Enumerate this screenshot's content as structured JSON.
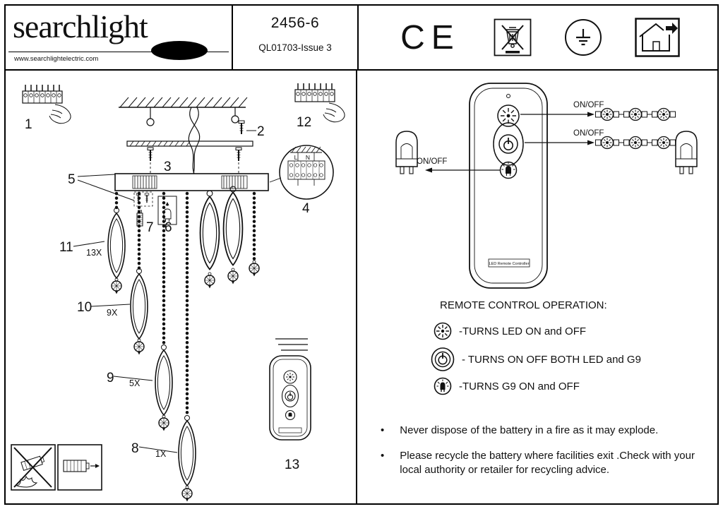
{
  "header": {
    "logo_text": "searchlight",
    "website": "www.searchlightelectric.com",
    "model": "2456-6",
    "issue": "QL01703-Issue 3",
    "ce": "CE",
    "icons": [
      "ce-mark",
      "weee-crossed-bin",
      "earth-ground",
      "indoor-use-house"
    ]
  },
  "diagram": {
    "parts": {
      "n1": "1",
      "n2": "2",
      "n3": "3",
      "n4": "4",
      "n5": "5",
      "n6": "6",
      "n7": "7",
      "n8": "8",
      "n9": "9",
      "n10": "10",
      "n11": "11",
      "n12": "12",
      "n13": "13"
    },
    "qty": {
      "c11": "13X",
      "c10": "9X",
      "c9": "5X",
      "c8": "1X"
    },
    "terminals": {
      "live": "L",
      "neutral": "N"
    }
  },
  "remote_diagram": {
    "onoff_led": "ON/OFF",
    "onoff_both": "ON/OFF",
    "onoff_g9": "ON/OFF",
    "device_label": "LED Remote Controller"
  },
  "operation": {
    "title": "REMOTE CONTROL OPERATION:",
    "items": [
      {
        "icon": "led-sun-icon",
        "label": "-TURNS LED ON and OFF"
      },
      {
        "icon": "power-icon",
        "label": "- TURNS ON OFF BOTH LED and G9"
      },
      {
        "icon": "g9-bulb-icon",
        "label": "-TURNS G9 ON and OFF"
      }
    ]
  },
  "warnings": {
    "bullet": "•",
    "items": [
      {
        "text": "Never dispose of the battery in a fire as it may explode."
      },
      {
        "text": "Please recycle the battery where facilities exit .Check with your local authority or retailer for recycling advice."
      }
    ]
  }
}
